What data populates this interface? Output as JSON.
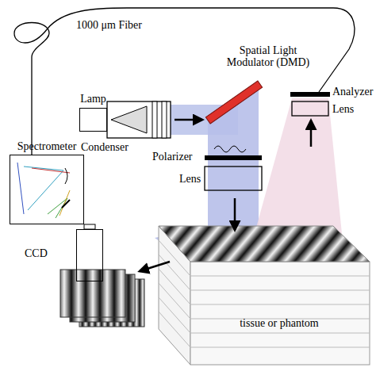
{
  "diagram": {
    "nodes": [
      {
        "text": [
          "Spectrometer"
        ]
      },
      {
        "text": [
          "CCD"
        ]
      },
      {
        "text": [
          "Lamp"
        ]
      },
      {
        "text": [
          "tissue or phantom"
        ]
      }
    ],
    "labels": [
      "1000 μm Fiber",
      "Spatial Light Modulator (DMD)",
      "Analyzer",
      "Lens",
      "Condenser",
      "Polarizer",
      "Lens"
    ]
  }
}
